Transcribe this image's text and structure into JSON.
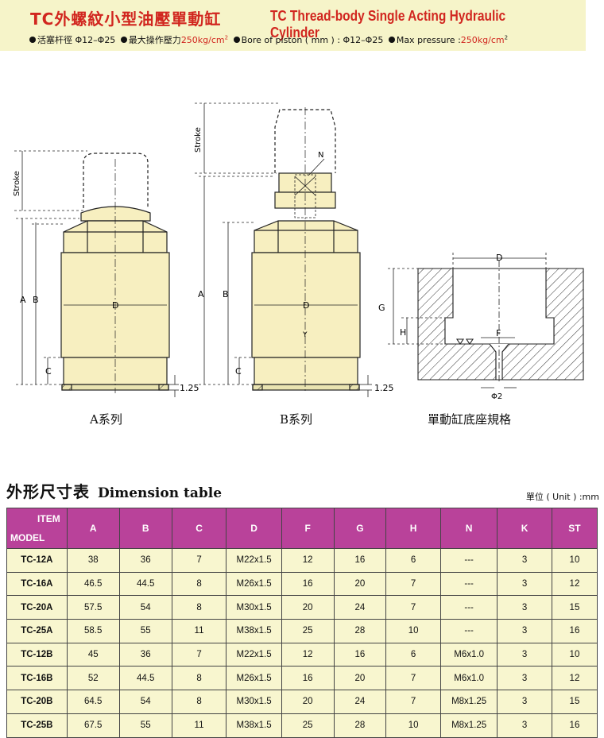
{
  "header": {
    "title_cn": "TC外螺紋小型油壓單動缸",
    "title_en": "TC Thread-body Single Acting Hydraulic Cylinder",
    "spec_rod_label": "活塞杆徑",
    "spec_rod_value": "Φ12–Φ25",
    "spec_pressure_label": "最大操作壓力",
    "spec_pressure_value": "250kg/cm",
    "spec_bore_label": "Bore of piston ( mm ) : Φ12–Φ25",
    "spec_maxp_label": "Max pressure :",
    "spec_maxp_value": "250kg/cm",
    "sup": "2"
  },
  "drawing_a": {
    "stroke": "Stroke",
    "a": "A",
    "b": "B",
    "c": "C",
    "d": "D",
    "gap": "1.25",
    "caption": "A系列"
  },
  "drawing_b": {
    "stroke": "Stroke",
    "n": "N",
    "a": "A",
    "b": "B",
    "c": "C",
    "d": "D",
    "gap": "1.25",
    "k": "Y",
    "caption": "B系列"
  },
  "drawing_seat": {
    "d": "D",
    "g": "G",
    "h": "H",
    "f": "F",
    "phi": "Φ2",
    "caption": "單動缸底座規格"
  },
  "dimension_table": {
    "title_cn": "外形尺寸表",
    "title_en": "Dimension table",
    "unit": "單位 ( Unit ) :mm",
    "item_label": "ITEM",
    "model_label": "MODEL",
    "columns": [
      "A",
      "B",
      "C",
      "D",
      "F",
      "G",
      "H",
      "N",
      "K",
      "ST"
    ],
    "rows": [
      [
        "TC-12A",
        "38",
        "36",
        "7",
        "M22x1.5",
        "12",
        "16",
        "6",
        "---",
        "3",
        "10"
      ],
      [
        "TC-16A",
        "46.5",
        "44.5",
        "8",
        "M26x1.5",
        "16",
        "20",
        "7",
        "---",
        "3",
        "12"
      ],
      [
        "TC-20A",
        "57.5",
        "54",
        "8",
        "M30x1.5",
        "20",
        "24",
        "7",
        "---",
        "3",
        "15"
      ],
      [
        "TC-25A",
        "58.5",
        "55",
        "11",
        "M38x1.5",
        "25",
        "28",
        "10",
        "---",
        "3",
        "16"
      ],
      [
        "TC-12B",
        "45",
        "36",
        "7",
        "M22x1.5",
        "12",
        "16",
        "6",
        "M6x1.0",
        "3",
        "10"
      ],
      [
        "TC-16B",
        "52",
        "44.5",
        "8",
        "M26x1.5",
        "16",
        "20",
        "7",
        "M6x1.0",
        "3",
        "12"
      ],
      [
        "TC-20B",
        "64.5",
        "54",
        "8",
        "M30x1.5",
        "20",
        "24",
        "7",
        "M8x1.25",
        "3",
        "15"
      ],
      [
        "TC-25B",
        "67.5",
        "55",
        "11",
        "M38x1.5",
        "25",
        "28",
        "10",
        "M8x1.25",
        "3",
        "16"
      ]
    ]
  },
  "colors": {
    "title_red": "#d1261f",
    "header_bg": "#f6f4c9",
    "table_header": "#b9429a",
    "table_body": "#f8f6cf",
    "part_fill": "#f7efc0"
  }
}
